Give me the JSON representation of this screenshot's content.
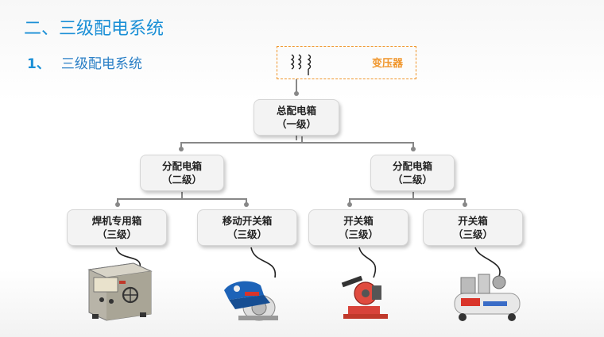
{
  "heading": "二、三级配电系统",
  "subheading": {
    "number": "1、",
    "text": "三级配电系统"
  },
  "transformer": {
    "label": "变压器"
  },
  "nodes": {
    "main": {
      "name": "总配电箱",
      "level": "（一级）"
    },
    "dist_left": {
      "name": "分配电箱",
      "level": "（二级）"
    },
    "dist_right": {
      "name": "分配电箱",
      "level": "（二级）"
    },
    "welder_box": {
      "name": "焊机专用箱",
      "level": "（三级）"
    },
    "mobile_switch_box": {
      "name": "移动开关箱",
      "level": "（三级）"
    },
    "switch_box_1": {
      "name": "开关箱",
      "level": "（三级）"
    },
    "switch_box_2": {
      "name": "开关箱",
      "level": "（三级）"
    }
  },
  "colors": {
    "accent_blue": "#1a8fd6",
    "transformer_orange": "#f0952a",
    "connector_gray": "#888888"
  },
  "icons": [
    "transformer-coil-icon",
    "welding-machine-icon",
    "circular-saw-icon",
    "cutting-machine-icon",
    "air-compressor-icon"
  ]
}
